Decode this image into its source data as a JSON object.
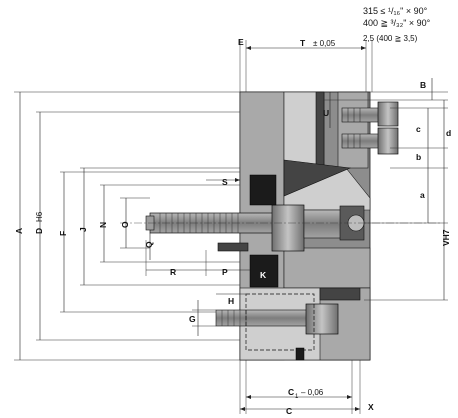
{
  "notes": {
    "line1": "315 ≤ ¹/₁₆\" × 90°",
    "line2": "400 ≧ ³/₃₂\" × 90°"
  },
  "top_dims": {
    "E": "E",
    "T": "T",
    "tolerance": "± 0,05",
    "value": "2,5 (400 ≧ 3,5)"
  },
  "right_dims": {
    "B": "B",
    "U": "U",
    "c": "c",
    "b": "b",
    "d": "d",
    "a": "a",
    "VH7": "VH7"
  },
  "left_dims": {
    "A": "A",
    "D": "D",
    "H6": "H6",
    "F": "F",
    "J": "J",
    "N": "N",
    "O": "O",
    "Q": "Q"
  },
  "inner_dims": {
    "S": "S",
    "R": "R",
    "P": "P",
    "K": "K",
    "H": "H",
    "G": "G"
  },
  "bottom_dims": {
    "C1": "C",
    "C1_sub": "1",
    "C1_tol": "– 0,06",
    "C": "C",
    "X": "X"
  }
}
